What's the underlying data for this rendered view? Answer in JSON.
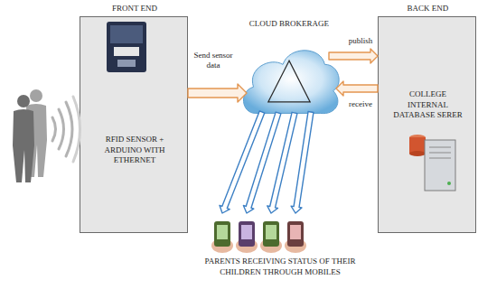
{
  "diagram": {
    "nodes": [
      {
        "text": [
          "FRONT END",
          "RFID SENSOR + ARDUINO WITH ETHERNET"
        ]
      },
      {
        "text": [
          "CLOUD BROKERAGE"
        ]
      },
      {
        "text": [
          "BACK END",
          "COLLEGE INTERNAL DATABASE SERER"
        ]
      },
      {
        "text": [
          "PARENTS RECEIVING STATUS OF THEIR CHILDREN THROUGH MOBILES"
        ]
      }
    ],
    "edges": [
      {
        "from": 0,
        "to": 1,
        "arrow": "to",
        "label": "Send sensor data"
      },
      {
        "from": 1,
        "to": 2,
        "arrow": "to",
        "label": "publish"
      },
      {
        "from": 2,
        "to": 1,
        "arrow": "to",
        "label": "receive"
      },
      {
        "from": 1,
        "to": 3,
        "arrow": "to"
      },
      {
        "from": 1,
        "to": 3,
        "arrow": "to"
      },
      {
        "from": 1,
        "to": 3,
        "arrow": "to"
      },
      {
        "from": 1,
        "to": 3,
        "arrow": "to"
      }
    ]
  }
}
